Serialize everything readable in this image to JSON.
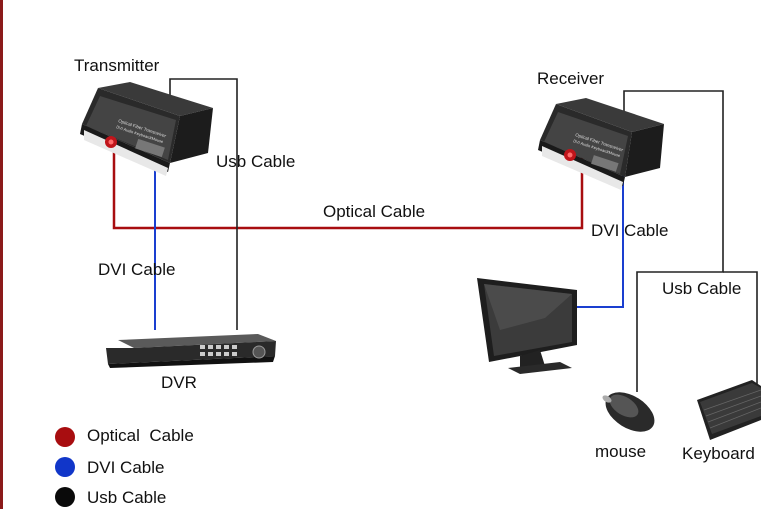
{
  "devices": {
    "transmitter_label": "Transmitter",
    "receiver_label": "Receiver",
    "device_face_text": "Optical Fiber Transceiver",
    "device_face_subtext": "DVI  Audio  Keyboard/Mouse",
    "dvr_label": "DVR",
    "mouse_label": "mouse",
    "keyboard_label": "Keyboard"
  },
  "cables": {
    "usb_top": "Usb Cable",
    "optical": "Optical Cable",
    "dvi_left": "DVI Cable",
    "dvi_right": "DVI Cable",
    "usb_right": "Usb Cable"
  },
  "legend": [
    {
      "label": "Optical  Cable",
      "color": "#a80d10"
    },
    {
      "label": "DVI Cable",
      "color": "#1136c9"
    },
    {
      "label": "Usb Cable",
      "color": "#0a0a0a"
    }
  ],
  "colors": {
    "optical": "#a80d10",
    "dvi": "#1a3fd0",
    "usb": "#222222",
    "border": "#8b1a1a"
  }
}
